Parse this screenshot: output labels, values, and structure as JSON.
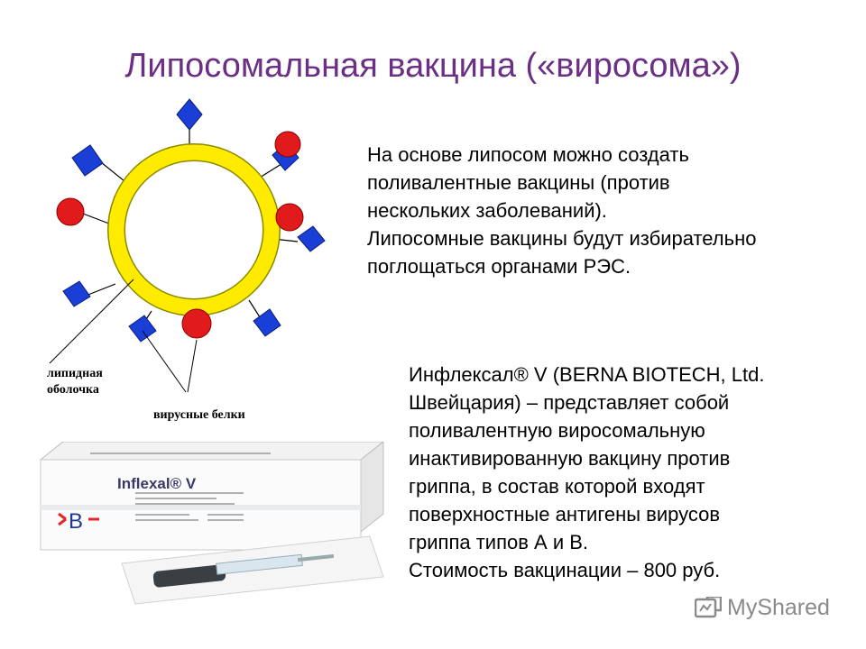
{
  "slide": {
    "title": "Липосомальная вакцина («виросома»)"
  },
  "diagram": {
    "label_lipid": [
      "липидная",
      "оболочка"
    ],
    "label_proteins": "вирусные белки",
    "colors": {
      "shell": "#ffeb00",
      "shell_outline": "#8a8a00",
      "antigen_diamond": "#1a3fd6",
      "antigen_circle": "#e11b1b"
    }
  },
  "text_block_1": {
    "lines": [
      "На основе липосом можно создать",
      "поливалентные вакцины (против",
      "нескольких заболеваний).",
      "Липосомные вакцины будут избирательно",
      "поглощаться органами РЭС."
    ]
  },
  "text_block_2": {
    "lines": [
      "Инфлексал® V (BERNA BIOTECH, Ltd.",
      "Швейцария) – представляет собой",
      "поливалентную виросомальную",
      "инактивированную вакцину против",
      "гриппа, в состав которой входят",
      "поверхностные антигены вирусов",
      "гриппа типов А и В.",
      "Стоимость вакцинации – 800 руб."
    ]
  },
  "product": {
    "box_brand": "Inflexal® V",
    "company_mark": "B"
  },
  "watermark": {
    "text": "MyShared"
  }
}
